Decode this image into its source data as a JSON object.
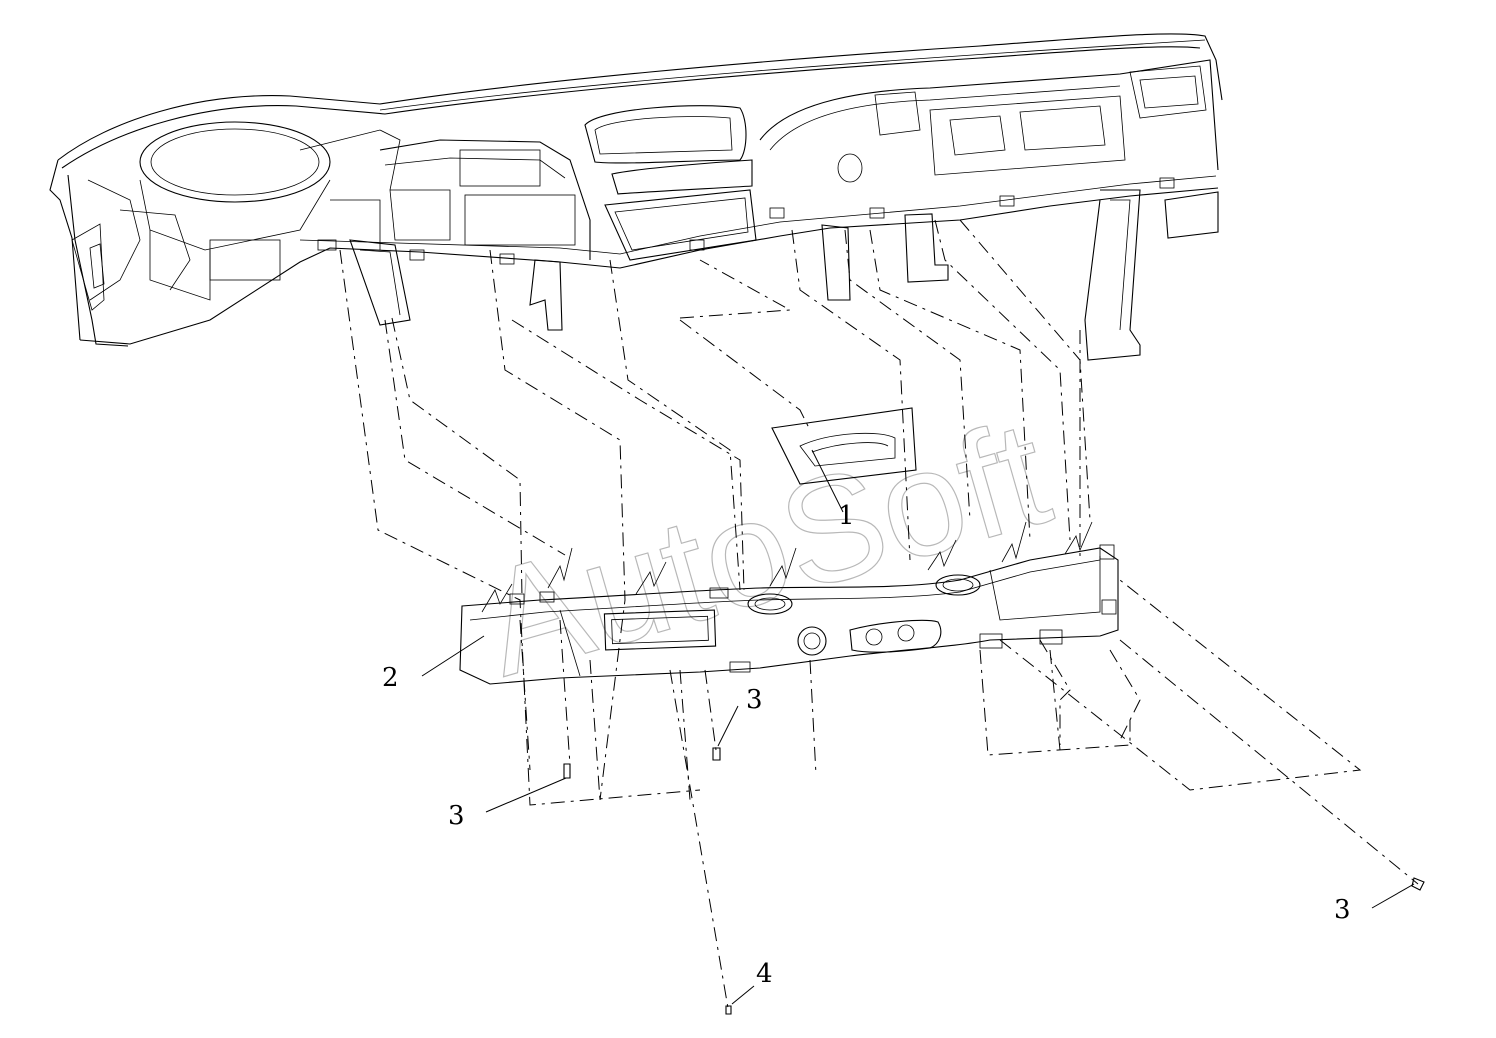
{
  "diagram": {
    "watermark": "AutoSoft",
    "callouts": [
      {
        "id": "1",
        "label": "1"
      },
      {
        "id": "2",
        "label": "2"
      },
      {
        "id": "3a",
        "label": "3"
      },
      {
        "id": "3b",
        "label": "3"
      },
      {
        "id": "3c",
        "label": "3"
      },
      {
        "id": "4",
        "label": "4"
      }
    ]
  }
}
